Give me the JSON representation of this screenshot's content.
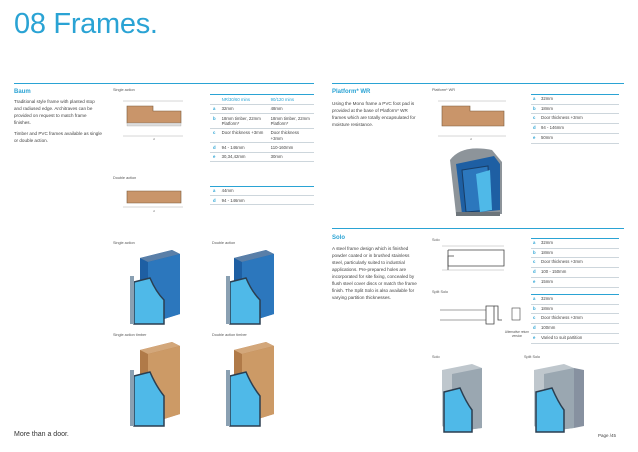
{
  "page": {
    "title": "08  Frames.",
    "footer_left": "More than a door.",
    "footer_right": "Page /45"
  },
  "colors": {
    "accent": "#2aa3d4",
    "timber": "#cc9a66",
    "dark_blue": "#1e5fa3",
    "light_blue": "#4fb9e8",
    "steel": "#9aa7b1"
  },
  "baum": {
    "title": "Baum",
    "para1": "Traditional style frame with planted stop and radiused edge. Architraves can be provided on request to match frame finishes.",
    "para2": "Timber and PVC frames available as single or double action.",
    "caption_single": "Single action",
    "caption_double": "Double action",
    "table": {
      "headers": [
        "NR/30/60 mins",
        "90/120 mins"
      ],
      "rows": [
        {
          "key": "a",
          "c1": "32mm",
          "c2": "48mm"
        },
        {
          "key": "b",
          "c1": "18mm timber, 22mm Platform*",
          "c2": "18mm timber, 22mm Platform*"
        },
        {
          "key": "c",
          "c1": "Door thickness +3mm",
          "c2": "Door thickness +3mm"
        },
        {
          "key": "d",
          "c1": "94 - 146mm",
          "c2": "110-160mm"
        },
        {
          "key": "e",
          "c1": "30,34,42mm",
          "c2": "30mm"
        }
      ]
    },
    "double_rows": [
      {
        "key": "a",
        "val": "44mm"
      },
      {
        "key": "d",
        "val": "94 - 146mm"
      }
    ],
    "renders": [
      {
        "caption": "Single action"
      },
      {
        "caption": "Double action"
      },
      {
        "caption": "Single action timber"
      },
      {
        "caption": "Double action timber"
      }
    ]
  },
  "platform": {
    "title": "Platform* WR",
    "para": "Using the Mono frame a PVC foot pad is provided at the base of Platform* WR frames which are totally encapsulated for moisture resistance.",
    "caption": "Platform* WR",
    "rows": [
      {
        "key": "a",
        "val": "32mm"
      },
      {
        "key": "b",
        "val": "18mm"
      },
      {
        "key": "c",
        "val": "Door thickness +3mm"
      },
      {
        "key": "d",
        "val": "94 - 146mm"
      },
      {
        "key": "e",
        "val": "50mm"
      }
    ]
  },
  "solo": {
    "title": "Solo",
    "para": "A steel frame design which is finished powder coated or in brushed stainless steel, particularly suited to industrial applications. Pre-prepared holes are incorporated for site fixing, concealed by flush steel cover discs or match the frame finish. The Split Solo is also available for varying partition thicknesses.",
    "caption_solo": "Solo",
    "caption_split": "Split Solo",
    "split_note": "Alternative return version",
    "rows": [
      {
        "key": "a",
        "val": "32mm"
      },
      {
        "key": "b",
        "val": "18mm"
      },
      {
        "key": "c",
        "val": "Door thickness +3mm"
      },
      {
        "key": "d",
        "val": "100 - 150mm"
      },
      {
        "key": "e",
        "val": "15mm"
      }
    ],
    "split_rows": [
      {
        "key": "a",
        "val": "32mm"
      },
      {
        "key": "b",
        "val": "18mm"
      },
      {
        "key": "c",
        "val": "Door thickness +3mm"
      },
      {
        "key": "d",
        "val": "100mm"
      },
      {
        "key": "e",
        "val": "Varied to suit partition"
      }
    ],
    "render_captions": [
      "Solo",
      "Split Solo"
    ]
  }
}
